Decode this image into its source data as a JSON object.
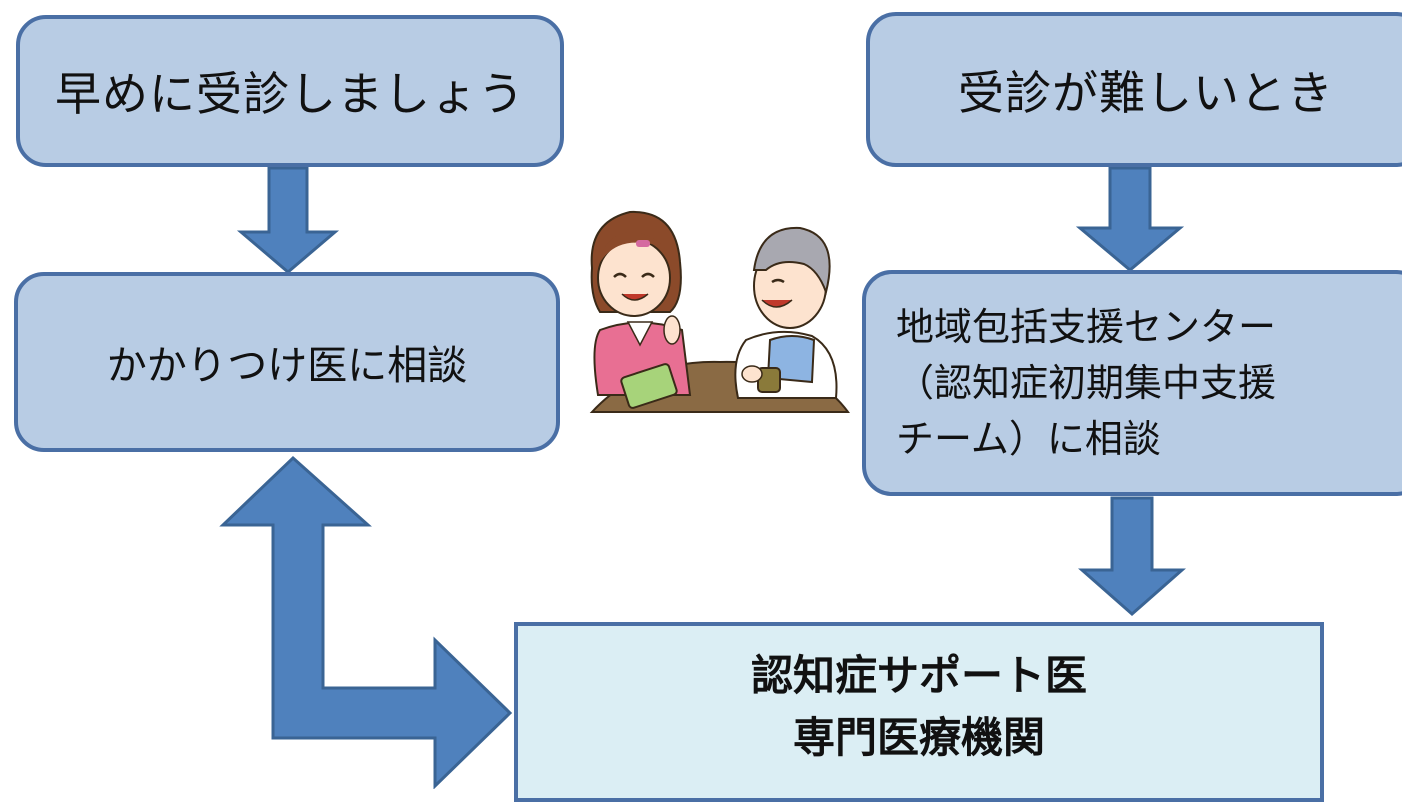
{
  "colors": {
    "box_fill": "#b8cce4",
    "box_border": "#4a6fa5",
    "arrow_fill": "#4f81bd",
    "arrow_stroke": "#3a6494",
    "specialist_fill": "#dbeef4"
  },
  "boxes": {
    "early": {
      "text": "早めに受診しましょう"
    },
    "difficult": {
      "text": "受診が難しいとき"
    },
    "gp": {
      "text": "かかりつけ医に相談"
    },
    "center": {
      "line1": "地域包括支援センター",
      "line2": "（認知症初期集中支援",
      "line3": "チーム）に相談"
    },
    "specialist": {
      "line1": "認知症サポート医",
      "line2": "専門医療機関"
    }
  },
  "illustration": {
    "subject": "two-people-consulting-at-table"
  }
}
